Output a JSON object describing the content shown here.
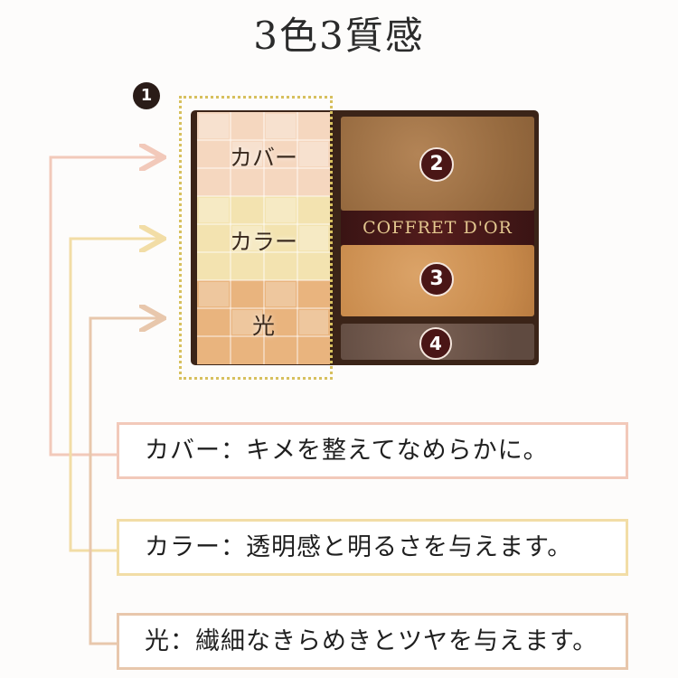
{
  "title": "3色3質感",
  "badges": [
    "1",
    "2",
    "3",
    "4"
  ],
  "palette": {
    "left_labels": [
      "カバー",
      "カラー",
      "光"
    ],
    "brand": "COFFRET D'OR"
  },
  "descriptions": [
    {
      "label": "カバー",
      "separator": "：",
      "text": "キメを整えてなめらかに。",
      "color": "#f2c9ba"
    },
    {
      "label": "カラー",
      "separator": "：",
      "text": "透明感と明るさを与えます。",
      "color": "#f2dda6"
    },
    {
      "label": "光",
      "separator": "：",
      "text": "繊細なきらめきとツヤを与えます。",
      "color": "#e8c7ac"
    }
  ],
  "colors": {
    "cover_tile": "#f5d7bf",
    "color_tile": "#f3e3b0",
    "light_tile": "#e9b47e",
    "pan_2": "#966a3f",
    "pan_3": "#c98b4c",
    "pan_4": "#5f4a40",
    "frame": "#3b2418"
  }
}
